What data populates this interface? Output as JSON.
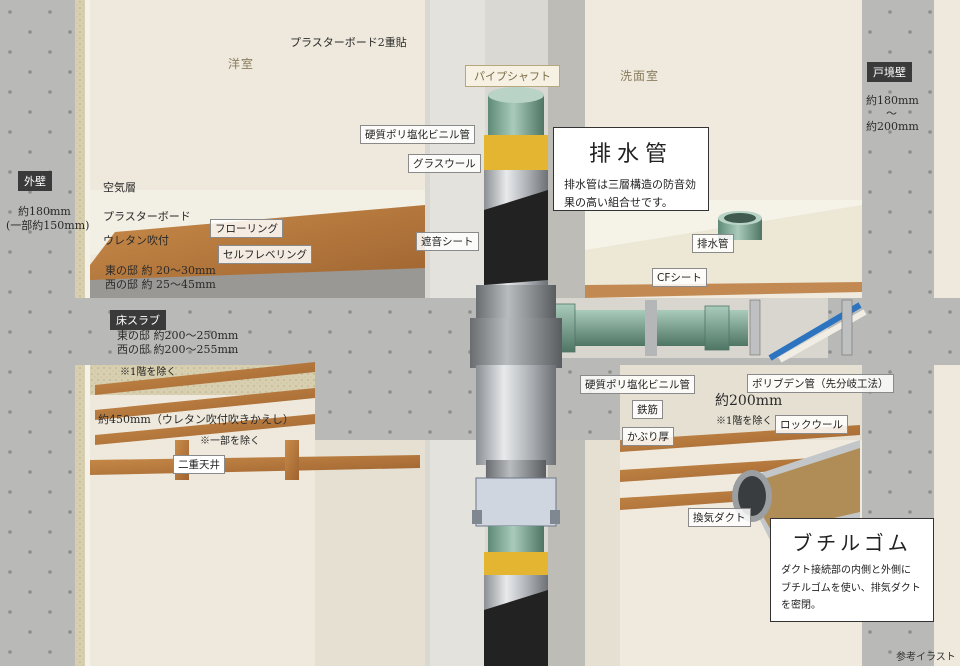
{
  "rooms": {
    "western_room": "洋室",
    "washroom": "洗面室",
    "pipe_shaft": "パイプシャフト"
  },
  "labels": {
    "plasterboard_double": "プラスターボード2重貼",
    "outer_wall": "外壁",
    "outer_wall_size": "約180mm",
    "outer_wall_size_partial": "(一部約150mm)",
    "air_layer": "空気層",
    "plasterboard": "プラスターボード",
    "urethane_spray": "ウレタン吹付",
    "flooring": "フローリング",
    "self_leveling": "セルフレベリング",
    "east_building_thickness": "東の邸 約 20～30mm",
    "west_building_thickness": "西の邸 約 25～45mm",
    "floor_slab": "床スラブ",
    "floor_slab_east": "東の邸 約200～250mm",
    "floor_slab_west": "西の邸 約200～255mm",
    "except_first_floor": "※1階を除く",
    "ceiling_450": "約450mm（ウレタン吹付吹きかえし）",
    "partial_except": "※一部を除く",
    "double_ceiling": "二重天井",
    "hard_pvc_pipe_top": "硬質ポリ塩化ビニル管",
    "glass_wool": "グラスウール",
    "sound_barrier_sheet": "遮音シート",
    "boundary_wall": "戸境壁",
    "boundary_wall_size_1": "約180mm",
    "boundary_wall_tilde": "～",
    "boundary_wall_size_2": "約200mm",
    "drain_pipe": "排水管",
    "cf_sheet": "CFシート",
    "hard_pvc_pipe_bottom": "硬質ポリ塩化ビニル管",
    "polybutene_pipe": "ポリブデン管（先分岐工法）",
    "rebar": "鉄筋",
    "cover_thickness": "かぶり厚",
    "approx_200mm": "約200mm",
    "except_first_floor_2": "※1階を除く",
    "rock_wool": "ロックウール",
    "exhaust_duct": "換気ダクト",
    "reference_illustration": "参考イラスト"
  },
  "callout_drain": {
    "title": "排水管",
    "body_line1": "排水管は三層構造の防音効",
    "body_line2": "果の高い組合せです。"
  },
  "callout_butyl": {
    "title": "ブチルゴム",
    "body_line1": "ダクト接続部の内側と外側に",
    "body_line2": "ブチルゴムを使い、排気ダクト",
    "body_line3": "を密閉。"
  },
  "colors": {
    "concrete": "#b5b5b3",
    "wall_cream": "#ece7da",
    "wood": "#b57a3c",
    "pipe_green": "#8fb3a2",
    "pipe_black": "#222222",
    "pipe_silver": "#c9ccce",
    "glass_wool_yellow": "#e3b530"
  }
}
